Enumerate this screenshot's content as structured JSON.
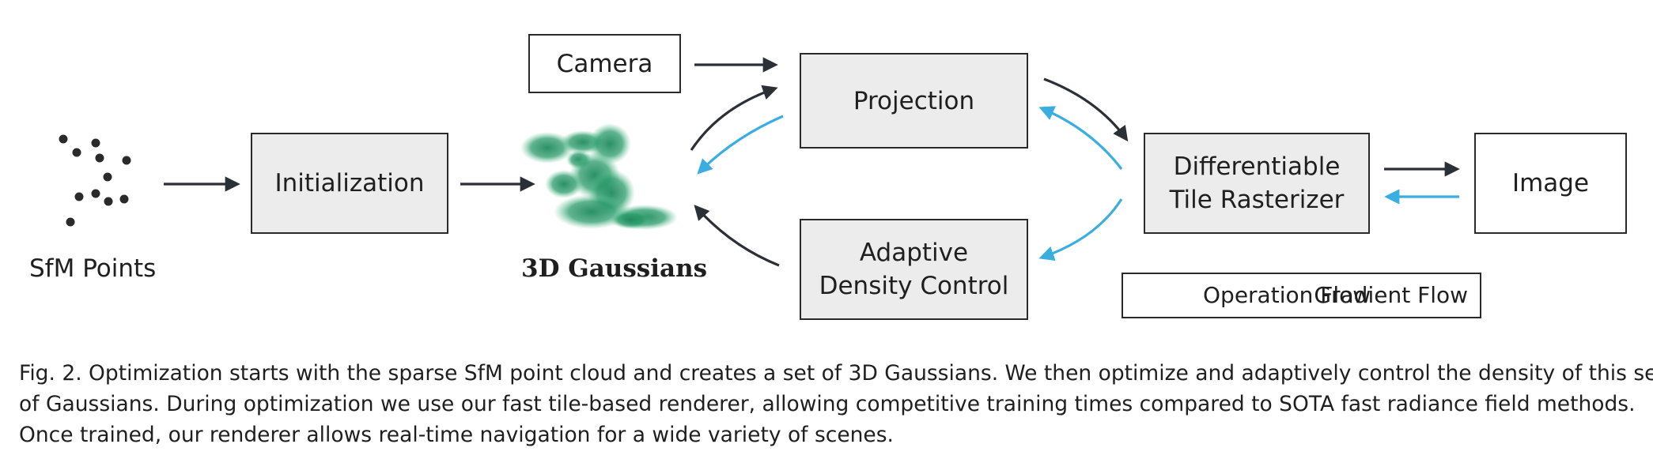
{
  "figure": {
    "sfm_label": "SfM Points",
    "initialization_label": "Initialization",
    "gaussians_label": "3D Gaussians",
    "camera_label": "Camera",
    "projection_label": "Projection",
    "adaptive_line1": "Adaptive",
    "adaptive_line2": "Density Control",
    "rasterizer_line1": "Differentiable",
    "rasterizer_line2": "Tile Rasterizer",
    "image_label": "Image",
    "legend": {
      "operation_label": "Operation Flow",
      "gradient_label": "Gradient Flow"
    },
    "colors": {
      "operation": "#2b2f36",
      "gradient": "#3aaee0",
      "box_fill": "#ececec",
      "gaussian": "#1f8a5c"
    }
  },
  "caption": {
    "line1": "Fig. 2.  Optimization starts with the sparse SfM point cloud and creates a set of 3D Gaussians. We then optimize and adaptively control the density of this set",
    "line2": "of Gaussians. During optimization we use our fast tile-based renderer, allowing competitive training times compared to SOTA fast radiance field methods.",
    "line3": "Once trained, our renderer allows real-time navigation for a wide variety of scenes."
  }
}
